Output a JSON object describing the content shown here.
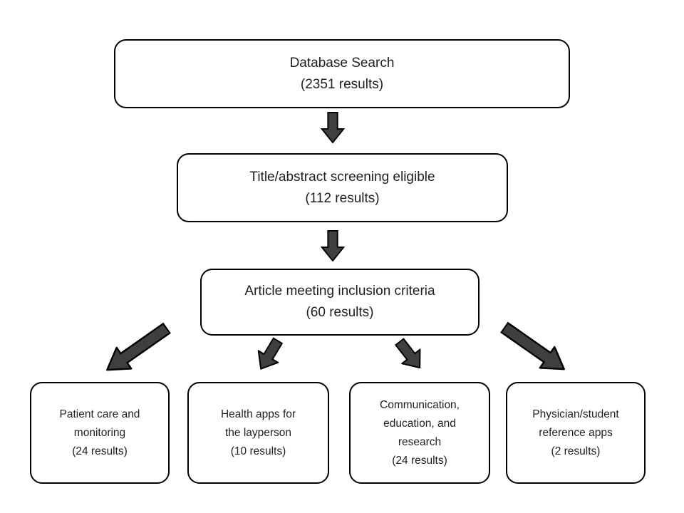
{
  "colors": {
    "background": "#ffffff",
    "box_fill": "#ffffff",
    "box_border": "#000000",
    "arrow_fill": "#3f3f3f",
    "arrow_outline": "#000000",
    "text": "#1f1f1f"
  },
  "flowchart": {
    "nodes": {
      "database_search": {
        "label": "Database Search\n(2351 results)"
      },
      "screening": {
        "label": "Title/abstract screening eligible\n(112 results)"
      },
      "inclusion": {
        "label": "Article meeting inclusion criteria\n(60 results)"
      },
      "patient_care": {
        "label": "Patient care and\nmonitoring\n(24 results)"
      },
      "layperson": {
        "label": "Health apps for\nthe layperson\n(10 results)"
      },
      "communication": {
        "label": "Communication,\neducation, and\nresearch\n(24 results)"
      },
      "reference": {
        "label": "Physician/student\nreference apps\n(2 results)"
      }
    },
    "arrows": [
      {
        "name": "down-arrow-icon",
        "direction": "down"
      },
      {
        "name": "down-arrow-icon",
        "direction": "down"
      },
      {
        "name": "diagonal-arrow-icon",
        "direction": "down-left-long"
      },
      {
        "name": "diagonal-arrow-icon",
        "direction": "down-left-short"
      },
      {
        "name": "diagonal-arrow-icon",
        "direction": "down-right-short"
      },
      {
        "name": "diagonal-arrow-icon",
        "direction": "down-right-long"
      }
    ]
  }
}
